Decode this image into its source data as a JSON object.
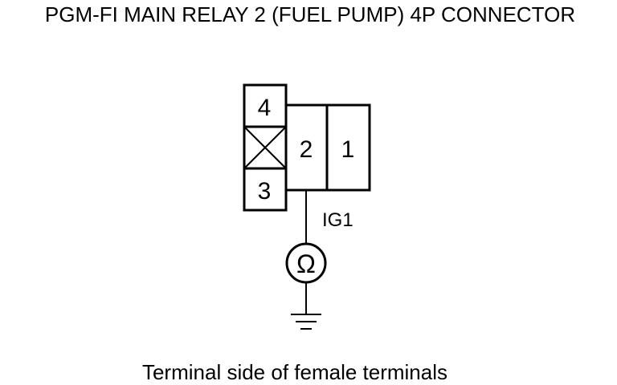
{
  "diagram": {
    "title": "PGM-FI MAIN RELAY 2 (FUEL PUMP) 4P CONNECTOR",
    "terminals": {
      "t4": "4",
      "t3": "3",
      "t2": "2",
      "t1": "1"
    },
    "wire_label": "IG1",
    "meter_symbol": "Ω",
    "caption": "Terminal side of female terminals",
    "line_color": "#000000",
    "background_color": "#ffffff"
  }
}
